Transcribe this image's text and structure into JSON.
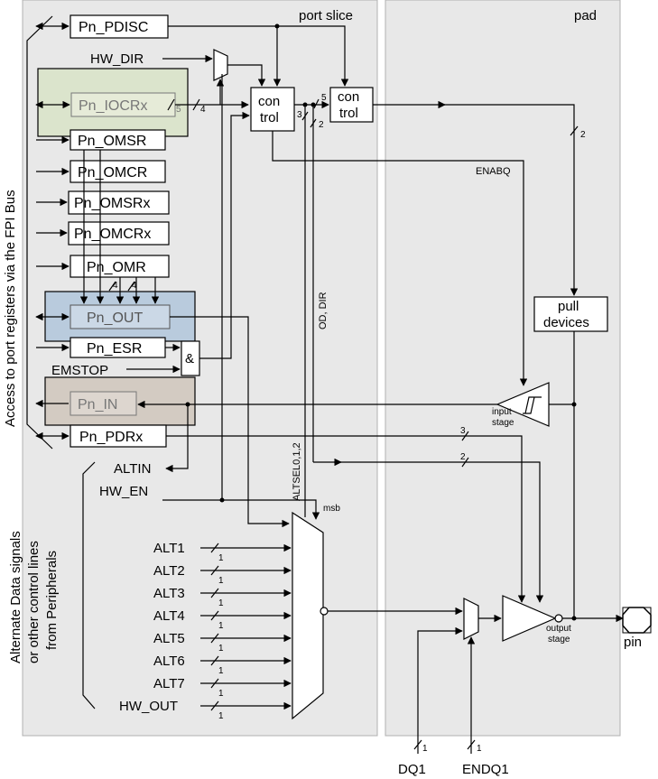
{
  "regions": {
    "port_slice": "port slice",
    "pad": "pad"
  },
  "side_labels": {
    "fpi_access": "Access to port registers via the FPI Bus",
    "alternate": [
      "Alternate Data signals",
      "or other control lines",
      "from Peripherals"
    ]
  },
  "registers": {
    "pdisc": "Pn_PDISC",
    "iocrx": "Pn_IOCRx",
    "omsr": "Pn_OMSR",
    "omcr": "Pn_OMCR",
    "omsrx": "Pn_OMSRx",
    "omcrx": "Pn_OMCRx",
    "omr": "Pn_OMR",
    "out": "Pn_OUT",
    "esr": "Pn_ESR",
    "in": "Pn_IN",
    "pdrx": "Pn_PDRx"
  },
  "signals": {
    "hw_dir": "HW_DIR",
    "emstop": "EMSTOP",
    "altin": "ALTIN",
    "hw_en": "HW_EN",
    "alts": [
      "ALT1",
      "ALT2",
      "ALT3",
      "ALT4",
      "ALT5",
      "ALT6",
      "ALT7",
      "HW_OUT"
    ],
    "enabq": "ENABQ",
    "od_dir": "OD, DIR",
    "altsel": "ALTSEL0,1,2",
    "msb": "msb",
    "dq1": "DQ1",
    "endq1": "ENDQ1"
  },
  "blocks": {
    "control1": [
      "con",
      "trol"
    ],
    "control2": [
      "con",
      "trol"
    ],
    "and_gate": "&",
    "pull_devices": [
      "pull",
      "devices"
    ],
    "input_stage": [
      "input",
      "stage"
    ],
    "output_stage": [
      "output",
      "stage"
    ],
    "pin": "pin"
  },
  "bus_widths": {
    "iocr_a": "5",
    "iocr_b": "4",
    "ctrl_a": "3",
    "ctrl_b": "2",
    "ctrl_c": "5",
    "pad_top": "2",
    "omr_a": "4",
    "omr_b": "4",
    "pdr_a": "3",
    "pdr_b": "2",
    "alt_w": "1",
    "dq1_w": "1",
    "endq1_w": "1"
  },
  "colors": {
    "region_bg": "#e8e8e8",
    "iocr_bg": "#dbe4cc",
    "iocr_inner": "#e6ebd8",
    "out_bg": "#b9cbdd",
    "out_inner": "#cbd8e6",
    "in_bg": "#d3cbc2",
    "in_inner": "#ddd6cf"
  }
}
